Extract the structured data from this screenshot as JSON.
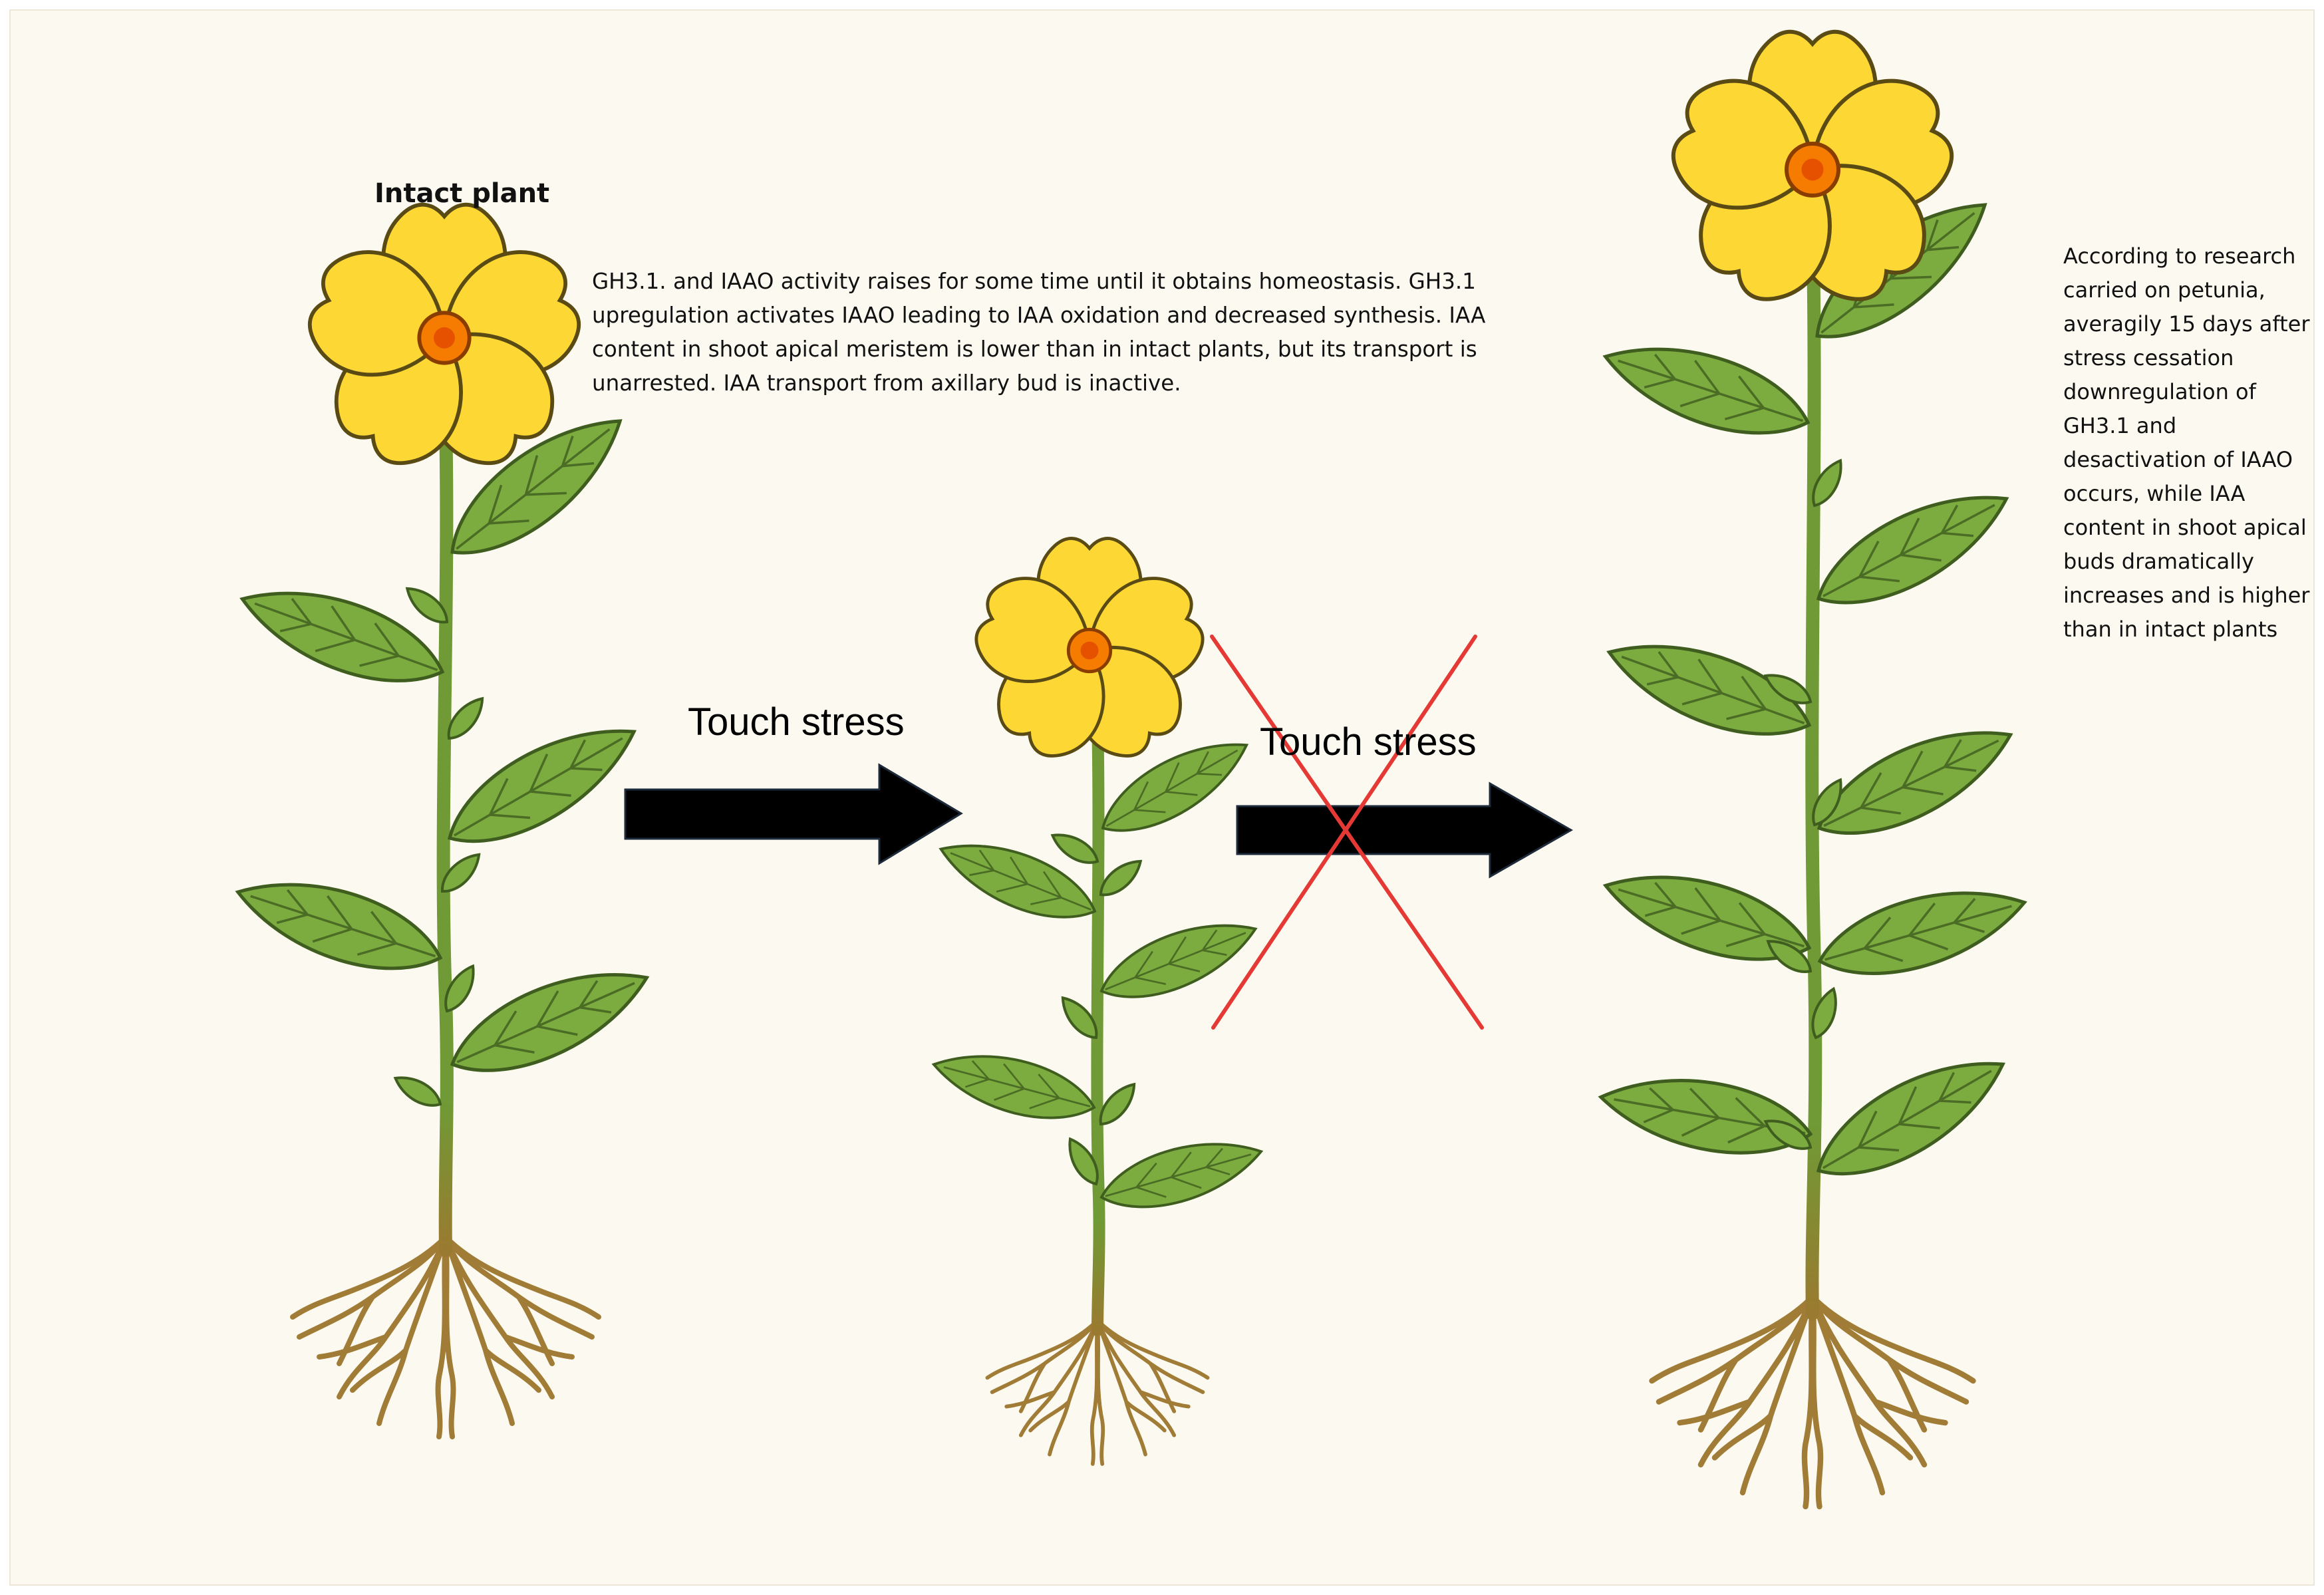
{
  "title": "Intact plant",
  "stressed_description": "GH3.1. and IAAO activity raises for some time until it obtains homeostasis. GH3.1 upregulation activates IAAO leading to IAA oxidation and decreased synthesis. IAA content in shoot apical meristem is lower than in intact plants, but its transport is unarrested. IAA transport from axillary bud is inactive.",
  "recovery_description": "According to research carried on petunia, averagily 15 days after stress cessation downregulation of GH3.1 and desactivation of IAAO occurs, while IAA content in shoot apical buds dramatically increases and is higher than in intact plants",
  "arrow_label_1": "Touch stress",
  "arrow_label_2": "Touch stress",
  "colors": {
    "background": "#fcfaf0",
    "petal": "#fdd835",
    "petal_outline": "#5a4a14",
    "flower_center": "#f57c00",
    "stem": "#6f9a35",
    "leaf": "#7cab3f",
    "root": "#a07c36",
    "arrow": "#000000",
    "cross": "#e53935"
  },
  "icons": [
    "flower-icon",
    "leaf-icon",
    "arrow-right-icon",
    "cross-icon"
  ]
}
